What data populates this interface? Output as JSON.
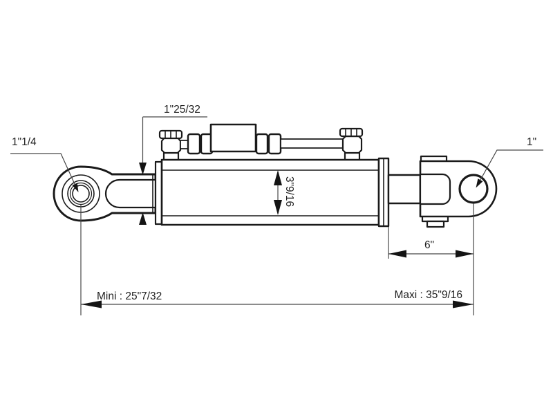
{
  "drawing": {
    "background_color": "#ffffff",
    "outline_color": "#1a1a1a",
    "dimension_color": "#474747",
    "dimensions": {
      "rod_neck_diameter": "1\"25/32",
      "eye_ball_bore": "1\"1/4",
      "clevis_pin_bore": "1\"",
      "cylinder_bore": "3\"9/16",
      "clevis_length": "6\"",
      "length_min": "Mini : 25\"7/32",
      "length_max": "Maxi : 35\"9/16"
    }
  }
}
